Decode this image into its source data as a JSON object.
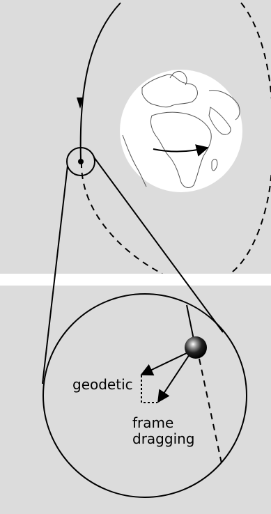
{
  "labels": {
    "geodetic": "geodetic",
    "frame_dragging_line1": "frame",
    "frame_dragging_line2": "dragging"
  },
  "colors": {
    "panel_background": "#dcdcdc",
    "earth_fill": "#ffffff",
    "stroke": "#000000"
  },
  "icons": {
    "earth": "earth-globe-icon",
    "satellite": "sphere-icon"
  }
}
